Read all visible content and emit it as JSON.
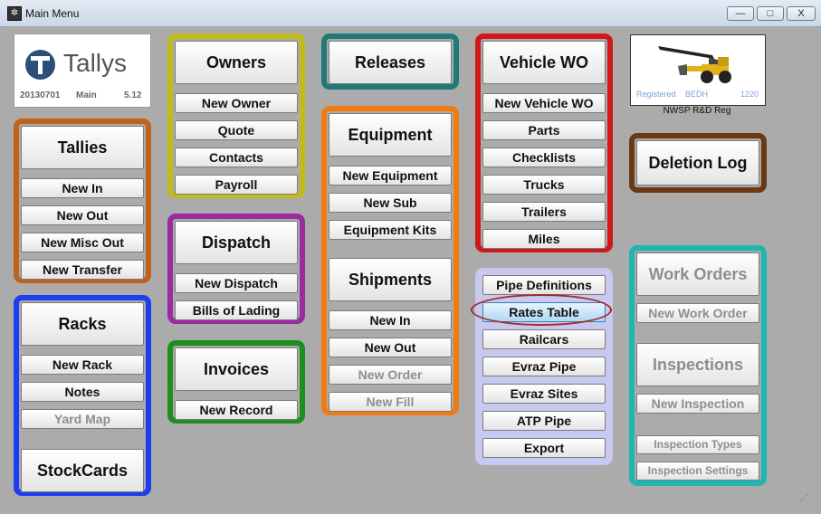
{
  "window": {
    "title": "Main Menu",
    "minimize": "—",
    "maximize": "□",
    "close": "X"
  },
  "logo": {
    "name": "Tallys",
    "date": "20130701",
    "db": "Main",
    "version": "5.12"
  },
  "tallies": {
    "title": "Tallies",
    "items": [
      "New In",
      "New Out",
      "New Misc Out",
      "New Transfer"
    ]
  },
  "racks": {
    "title": "Racks",
    "items": [
      "New Rack",
      "Notes",
      "Yard Map"
    ],
    "stockcards": "StockCards"
  },
  "owners": {
    "title": "Owners",
    "items": [
      "New Owner",
      "Quote",
      "Contacts",
      "Payroll"
    ]
  },
  "dispatch": {
    "title": "Dispatch",
    "items": [
      "New Dispatch",
      "Bills of Lading"
    ]
  },
  "invoices": {
    "title": "Invoices",
    "items": [
      "New Record"
    ]
  },
  "releases": {
    "title": "Releases"
  },
  "equipment": {
    "title": "Equipment",
    "items": [
      "New Equipment",
      "New Sub",
      "Equipment Kits"
    ]
  },
  "shipments": {
    "title": "Shipments",
    "items": [
      "New In",
      "New Out",
      "New Order",
      "New Fill"
    ]
  },
  "vehicle_wo": {
    "title": "Vehicle WO",
    "items": [
      "New Vehicle WO",
      "Parts",
      "Checklists",
      "Trucks",
      "Trailers",
      "Miles"
    ]
  },
  "pipe": {
    "items": [
      "Pipe Definitions",
      "Rates Table",
      "Railcars",
      "Evraz Pipe",
      "Evraz Sites",
      "ATP Pipe",
      "Export"
    ]
  },
  "registration": {
    "status": "Registered",
    "code": "BEDH",
    "number": "1220",
    "caption": "NWSP R&D Reg"
  },
  "deletion_log": {
    "title": "Deletion Log"
  },
  "work_orders": {
    "title": "Work Orders",
    "new": "New Work Order"
  },
  "inspections": {
    "title": "Inspections",
    "new": "New Inspection",
    "types": "Inspection Types",
    "settings": "Inspection Settings"
  },
  "colors": {
    "tallies": "#c0621a",
    "racks": "#1d3df0",
    "owners": "#c1bb1a",
    "dispatch": "#9b2aa3",
    "invoices": "#1d8f1d",
    "releases": "#1f7a78",
    "equipment": "#f07b10",
    "vehicle_wo": "#d01818",
    "pipe": "#c7c9f0",
    "deletion_log": "#6b3a14",
    "workorders": "#1fb5b0"
  }
}
